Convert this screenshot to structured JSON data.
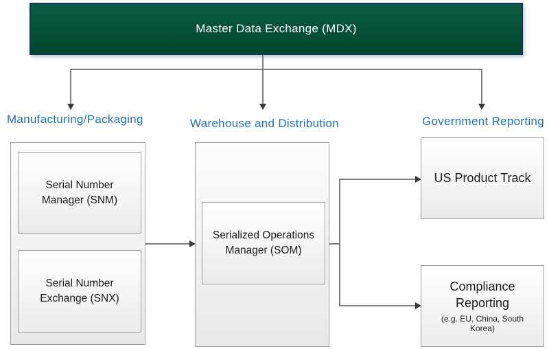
{
  "root": {
    "label": "Master Data Exchange (MDX)"
  },
  "sections": {
    "manufacturing": {
      "heading": "Manufacturing/Packaging",
      "snm_label": "Serial Number Manager (SNM)",
      "snx_label": "Serial Number Exchange (SNX)"
    },
    "warehouse": {
      "heading": "Warehouse and Distribution",
      "som_label": "Serialized Operations Manager (SOM)"
    },
    "government": {
      "heading": "Government Reporting",
      "us_product_track_label": "US Product Track",
      "compliance_label": "Compliance Reporting",
      "compliance_subtitle": "(e.g. EU, China, South Korea)"
    }
  },
  "colors": {
    "root_box_fill_top": "#0B5C43",
    "root_box_fill_bottom": "#03462F",
    "root_box_border": "#11384E",
    "heading_text": "#1B72B8",
    "connector_line": "#7E7E7E",
    "arrowhead": "#3A3A3A",
    "box_border": "#9C9C9C",
    "box_text": "#1A1A1A"
  }
}
